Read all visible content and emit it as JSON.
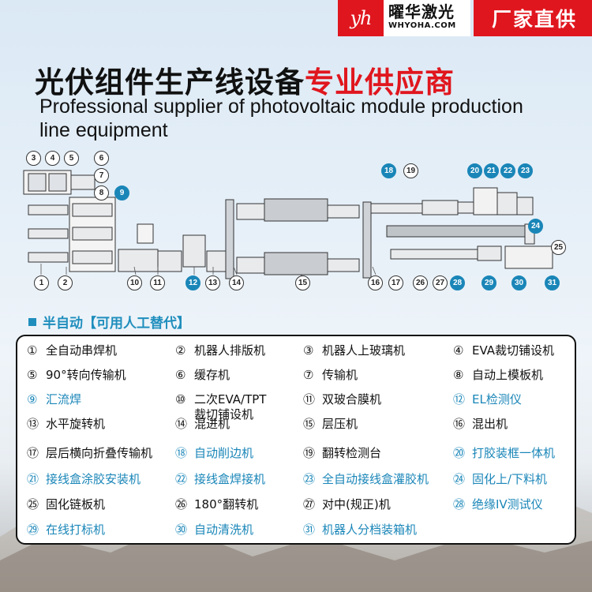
{
  "brand": {
    "logo_mark": "yh",
    "name_cn": "曜华激光",
    "name_en": "WHYOHA.COM",
    "tagline": "厂家直供"
  },
  "title": {
    "cn_black": "光伏组件生产线设备",
    "cn_red": "专业供应商",
    "en": "Professional supplier of photovoltaic module production line equipment"
  },
  "diagram": {
    "markers": [
      "3",
      "4",
      "5",
      "6",
      "7",
      "8",
      "9",
      "1",
      "2",
      "10",
      "11",
      "12",
      "13",
      "14",
      "15",
      "16",
      "17",
      "18",
      "19",
      "20",
      "21",
      "22",
      "23",
      "24",
      "25",
      "26",
      "27",
      "28",
      "29",
      "30",
      "31"
    ],
    "highlighted": [
      "9",
      "12",
      "18",
      "20",
      "21",
      "22",
      "23",
      "24",
      "28",
      "29",
      "30",
      "31"
    ]
  },
  "section_label": "半自动【可用人工替代】",
  "legend": [
    {
      "num": "①",
      "text": "全自动串焊机",
      "blue": false
    },
    {
      "num": "②",
      "text": "机器人排版机",
      "blue": false
    },
    {
      "num": "③",
      "text": "机器人上玻璃机",
      "blue": false
    },
    {
      "num": "④",
      "text": "EVA裁切铺设机",
      "blue": false
    },
    {
      "num": "⑤",
      "text": "90°转向传输机",
      "blue": false
    },
    {
      "num": "⑥",
      "text": "缓存机",
      "blue": false
    },
    {
      "num": "⑦",
      "text": "传输机",
      "blue": false
    },
    {
      "num": "⑧",
      "text": "自动上模板机",
      "blue": false
    },
    {
      "num": "⑨",
      "text": "汇流焊",
      "blue": true
    },
    {
      "num": "⑩",
      "text": "二次EVA/TPT\n裁切铺设机",
      "blue": false
    },
    {
      "num": "⑪",
      "text": "双玻合膜机",
      "blue": false
    },
    {
      "num": "⑫",
      "text": "EL检测仪",
      "blue": true
    },
    {
      "num": "⑬",
      "text": "水平旋转机",
      "blue": false
    },
    {
      "num": "⑭",
      "text": "混进机",
      "blue": false
    },
    {
      "num": "⑮",
      "text": "层压机",
      "blue": false
    },
    {
      "num": "⑯",
      "text": "混出机",
      "blue": false
    },
    {
      "num": "⑰",
      "text": "层后横向折叠传输机",
      "blue": false
    },
    {
      "num": "⑱",
      "text": "自动削边机",
      "blue": true
    },
    {
      "num": "⑲",
      "text": "翻转检测台",
      "blue": false
    },
    {
      "num": "⑳",
      "text": "打胶装框一体机",
      "blue": true
    },
    {
      "num": "㉑",
      "text": "接线盒涂胶安装机",
      "blue": true
    },
    {
      "num": "㉒",
      "text": "接线盒焊接机",
      "blue": true
    },
    {
      "num": "㉓",
      "text": "全自动接线盒灌胶机",
      "blue": true
    },
    {
      "num": "㉔",
      "text": "固化上/下料机",
      "blue": true
    },
    {
      "num": "㉕",
      "text": "固化链板机",
      "blue": false
    },
    {
      "num": "㉖",
      "text": "180°翻转机",
      "blue": false
    },
    {
      "num": "㉗",
      "text": "对中(规正)机",
      "blue": false
    },
    {
      "num": "㉘",
      "text": "绝缘IV测试仪",
      "blue": true
    },
    {
      "num": "㉙",
      "text": "在线打标机",
      "blue": true
    },
    {
      "num": "㉚",
      "text": "自动清洗机",
      "blue": true
    },
    {
      "num": "㉛",
      "text": "机器人分档装箱机",
      "blue": true
    }
  ]
}
